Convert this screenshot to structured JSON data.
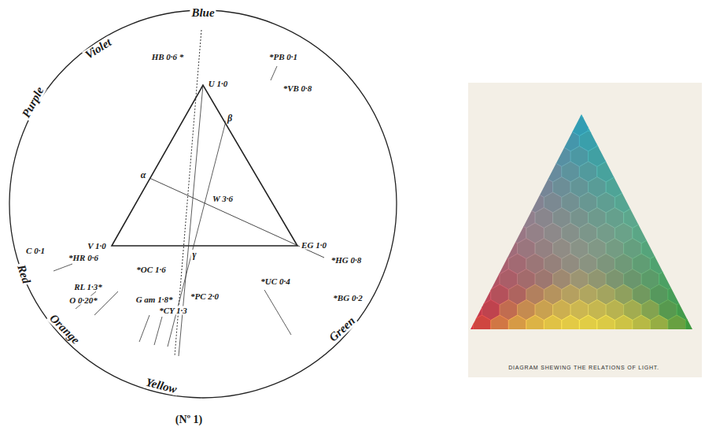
{
  "diagram": {
    "caption": "DIAGRAM SHEWING THE RELATIONS OF LIGHT.",
    "labels": [
      "Blue",
      "Violet",
      "Purple",
      "Red",
      "Orange",
      "Yellow",
      "Green",
      "HB 0·6 *",
      "*PB 0·1",
      "*VB 0·8",
      "U 1·0",
      "β",
      "α",
      "W 3·6",
      "V 1·0",
      "γ",
      "EG 1·0",
      "*HG 0·8",
      "C 0·1",
      "*HR 0·6",
      "*OC 1·6",
      "RL 1·3*",
      "O 0·20*",
      "G am 1·8*",
      "*CY 1·3",
      "*PC 2·0",
      "*UC 0·4",
      "*BG 0·2",
      "(Nº 1)"
    ]
  }
}
